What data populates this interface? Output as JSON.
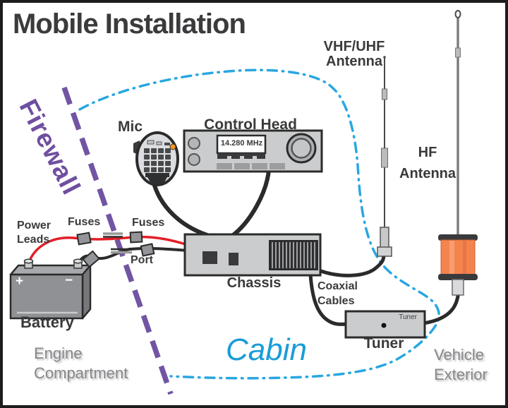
{
  "title": "Mobile Installation",
  "colors": {
    "cabin_boundary": "#29A7E0",
    "firewall_purple": "#7155A3",
    "positive_lead": "#E31E26",
    "negative_lead": "#2B2B2B",
    "coil_orange": "#F5834D",
    "led_orange": "#F7941D",
    "device_fill": "#CBCCCE",
    "outline": "#2B2B2B",
    "area_label_gray": "#85878A",
    "cabin_label_blue": "#1A9CD8"
  },
  "areas": {
    "firewall": "Firewall",
    "engine_line1": "Engine",
    "engine_line2": "Compartment",
    "cabin": "Cabin",
    "vehicle_line1": "Vehicle",
    "vehicle_line2": "Exterior"
  },
  "devices": {
    "mic": "Mic",
    "control_head": "Control Head",
    "display_frequency": "14.280 MHz",
    "chassis": "Chassis",
    "tuner": "Tuner",
    "tuner_small": "Tuner",
    "battery": "Battery",
    "battery_plus": "+",
    "battery_minus": "−"
  },
  "wiring": {
    "power_line1": "Power",
    "power_line2": "Leads",
    "fuses_left": "Fuses",
    "fuses_right": "Fuses",
    "port": "Port",
    "coax_line1": "Coaxial",
    "coax_line2": "Cables"
  },
  "antennas": {
    "vhf_line1": "VHF/UHF",
    "vhf_line2": "Antenna",
    "hf_line1": "HF",
    "hf_line2": "Antenna"
  }
}
